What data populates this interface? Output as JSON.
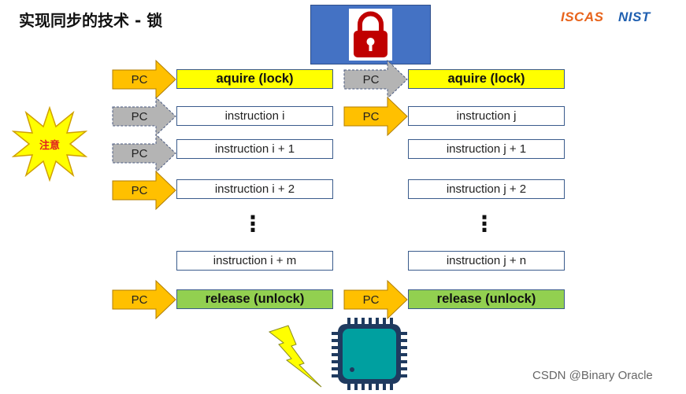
{
  "title": "实现同步的技术 - 锁",
  "logos": {
    "iscas": "ISCAS",
    "nist": "NIST"
  },
  "callout": "注意",
  "pc_label": "PC",
  "left_column": {
    "acquire": "aquire (lock)",
    "inst_1": "instruction i",
    "inst_2": "instruction i + 1",
    "inst_3": "instruction i + 2",
    "inst_4": "instruction i + m",
    "release": "release (unlock)"
  },
  "right_column": {
    "acquire": "aquire (lock)",
    "inst_1": "instruction j",
    "inst_2": "instruction j + 1",
    "inst_3": "instruction j + 2",
    "inst_4": "instruction j + n",
    "release": "release (unlock)"
  },
  "dots": "⋮",
  "watermark": "CSDN @Binary Oracle",
  "icons": [
    "lock-icon",
    "attention-star-icon",
    "lightning-bolt-icon",
    "cpu-chip-icon"
  ],
  "colors": {
    "pc_active": "#ffc000",
    "pc_inactive": "#b4b4b4",
    "acquire": "#ffff00",
    "release": "#92d050",
    "lock_bg": "#4472c4",
    "lock": "#c00000",
    "chip": "#00a0a0"
  }
}
